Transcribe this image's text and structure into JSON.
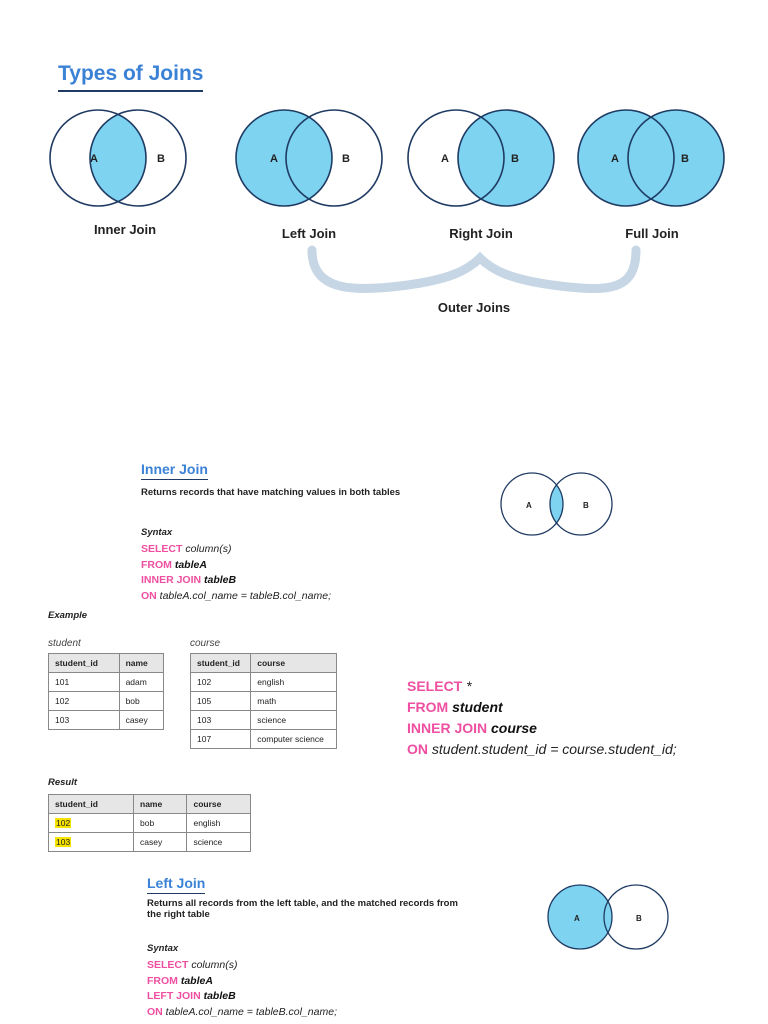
{
  "page": {
    "title": "Types of Joins"
  },
  "venn_diagrams": [
    {
      "a": "A",
      "b": "B",
      "label": "Inner Join"
    },
    {
      "a": "A",
      "b": "B",
      "label": "Left Join"
    },
    {
      "a": "A",
      "b": "B",
      "label": "Right Join"
    },
    {
      "a": "A",
      "b": "B",
      "label": "Full Join"
    }
  ],
  "outer_joins_label": "Outer Joins",
  "colors": {
    "fill": "#7dd3f0",
    "stroke": "#1f3b63",
    "keyword": "#ee4fa0",
    "title": "#3b82d6",
    "brace": "#c6d6e4"
  },
  "inner_join": {
    "title": "Inner Join",
    "description": "Returns records that have matching values in both tables",
    "syntax_label": "Syntax",
    "syntax": {
      "kw1": "SELECT",
      "v1": "column(s)",
      "kw2": "FROM",
      "v2": "tableA",
      "kw3": "INNER JOIN",
      "v3": "tableB",
      "kw4": "ON",
      "v4": "tableA.col_name = tableB.col_name;"
    },
    "venn": {
      "a": "A",
      "b": "B"
    }
  },
  "example": {
    "label": "Example",
    "student": {
      "caption": "student",
      "headers": [
        "student_id",
        "name"
      ],
      "rows": [
        [
          "101",
          "adam"
        ],
        [
          "102",
          "bob"
        ],
        [
          "103",
          "casey"
        ]
      ]
    },
    "course": {
      "caption": "course",
      "headers": [
        "student_id",
        "course"
      ],
      "rows": [
        [
          "102",
          "english"
        ],
        [
          "105",
          "math"
        ],
        [
          "103",
          "science"
        ],
        [
          "107",
          "computer science"
        ]
      ]
    },
    "query": {
      "kw1": "SELECT",
      "v1": "*",
      "kw2": "FROM",
      "v2": "student",
      "kw3": "INNER JOIN",
      "v3": "course",
      "kw4": "ON",
      "v4": "student.student_id = course.student_id;"
    }
  },
  "result": {
    "label": "Result",
    "headers": [
      "student_id",
      "name",
      "course"
    ],
    "rows": [
      [
        "102",
        "bob",
        "english"
      ],
      [
        "103",
        "casey",
        "science"
      ]
    ]
  },
  "left_join": {
    "title": "Left Join",
    "description_line1": "Returns all records from the left table, and the matched records from",
    "description_line2": "the right table",
    "syntax_label": "Syntax",
    "syntax": {
      "kw1": "SELECT",
      "v1": "column(s)",
      "kw2": "FROM",
      "v2": "tableA",
      "kw3": "LEFT JOIN",
      "v3": "tableB",
      "kw4": "ON",
      "v4": "tableA.col_name = tableB.col_name;"
    },
    "venn": {
      "a": "A",
      "b": "B"
    }
  }
}
